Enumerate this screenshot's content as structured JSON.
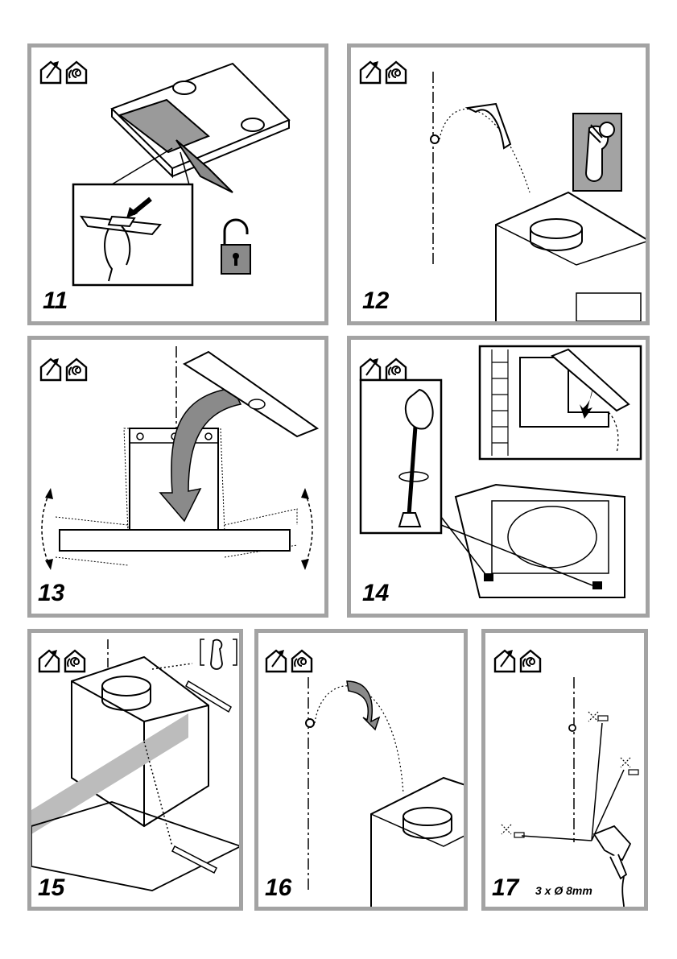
{
  "panels": [
    {
      "step": "11",
      "icons": [
        "house-extraction-icon",
        "house-recirculation-icon"
      ]
    },
    {
      "step": "12",
      "icons": [
        "house-extraction-icon",
        "house-recirculation-icon"
      ]
    },
    {
      "step": "13",
      "icons": [
        "house-extraction-icon",
        "house-recirculation-icon"
      ]
    },
    {
      "step": "14",
      "icons": [
        "house-extraction-icon",
        "house-recirculation-icon"
      ]
    },
    {
      "step": "15",
      "icons": [
        "house-extraction-icon",
        "house-recirculation-icon"
      ]
    },
    {
      "step": "16",
      "icons": [
        "house-extraction-icon",
        "house-recirculation-icon"
      ]
    },
    {
      "step": "17",
      "icons": [
        "house-extraction-icon",
        "house-recirculation-icon"
      ]
    }
  ],
  "drill_note": "3 x Ø 8mm",
  "colors": {
    "frame": "#a3a3a3",
    "ink": "#000000",
    "mark": "#bcbcbc",
    "lock": "#8a8a8a"
  }
}
